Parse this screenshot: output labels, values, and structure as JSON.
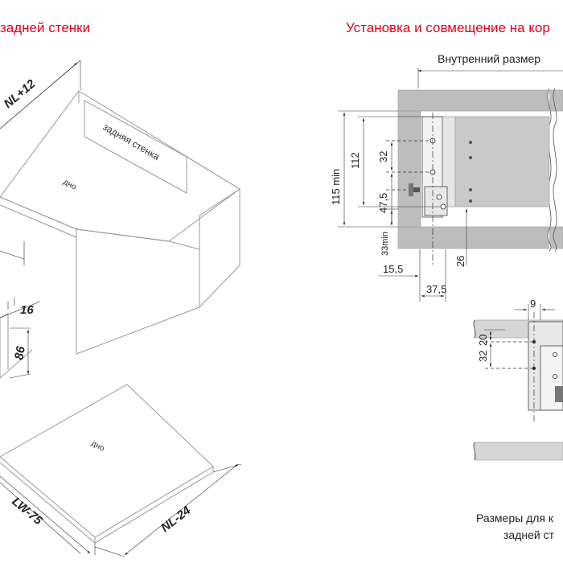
{
  "titles": {
    "left": "задней стенки",
    "right": "Установка и совмещение на кор"
  },
  "left_diagram": {
    "top_dim": "NL+12",
    "back_wall_label": "задняя стенка",
    "bottom_label": "дно",
    "dim_16": "16",
    "dim_86": "86",
    "panel_bottom_label": "дно",
    "panel_dim_lw": "LW-75",
    "panel_dim_nl": "NL-24"
  },
  "right_diagram": {
    "inner_size": "Внутренний размер",
    "dim_115min": "115 min",
    "dim_112": "112",
    "dim_32": "32",
    "dim_47_5": "47,5",
    "dim_33min": "33min",
    "dim_26": "26",
    "dim_15_5": "15,5",
    "dim_37_5": "37,5",
    "dim_9": "9",
    "dim_20": "20",
    "dim_32b": "32",
    "caption_line1": "Размеры для к",
    "caption_line2": "задней ст"
  }
}
